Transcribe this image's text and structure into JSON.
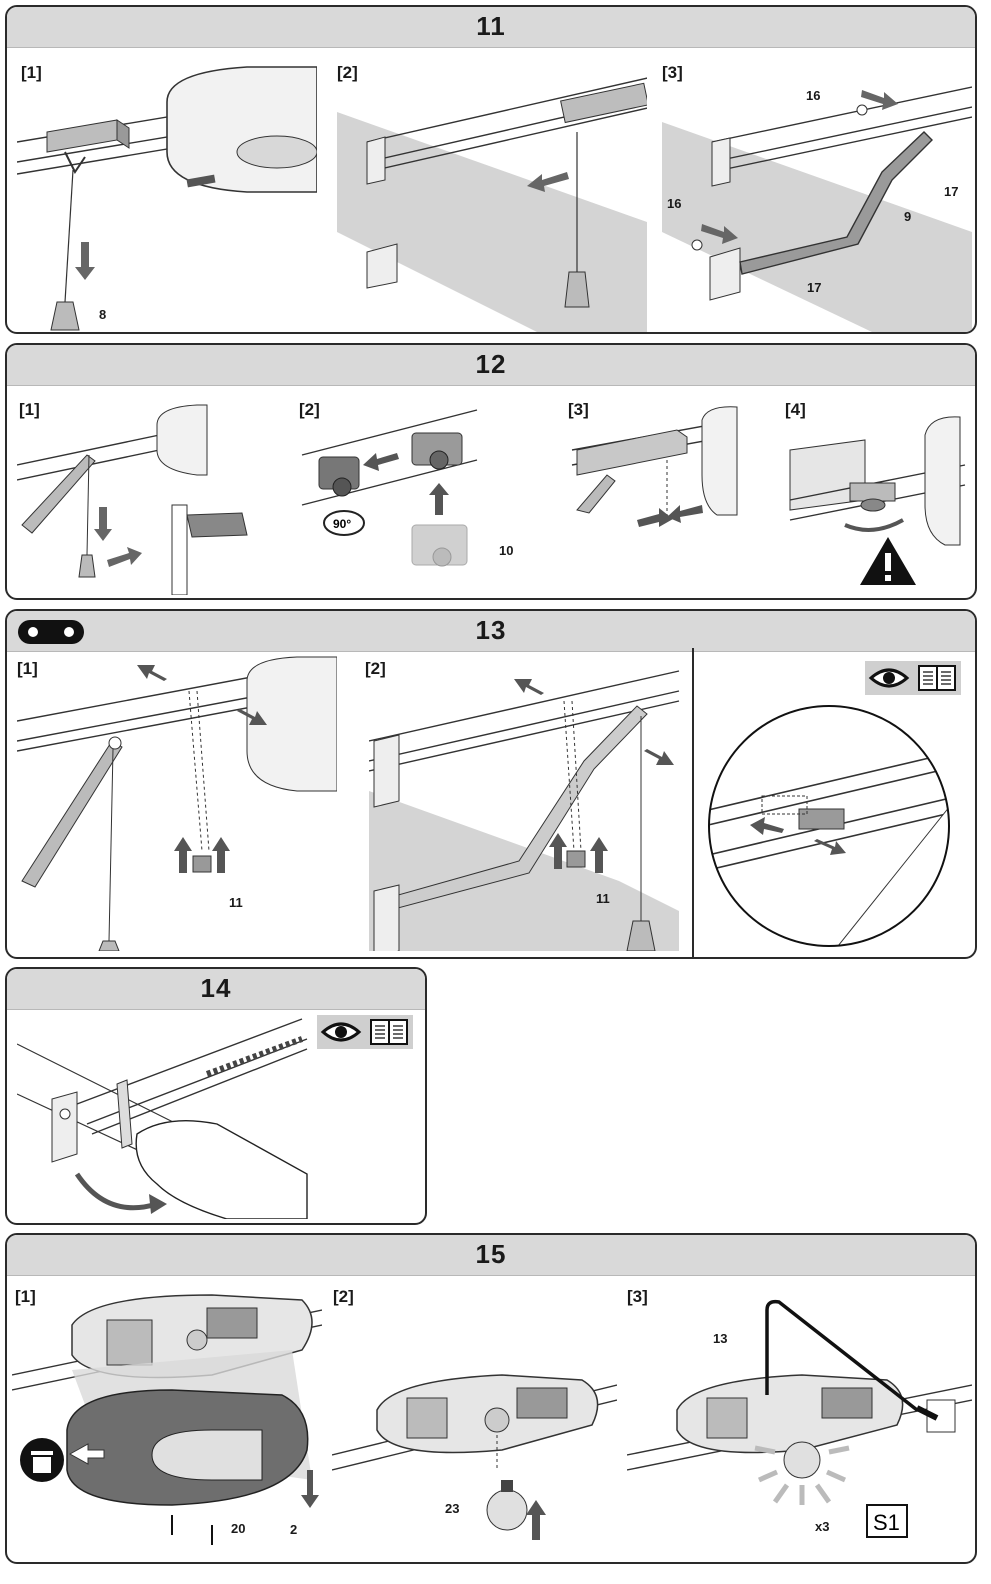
{
  "step11": {
    "title": "11",
    "subs": [
      "[1]",
      "[2]",
      "[3]"
    ],
    "callouts": {
      "handle": "8",
      "pin_top": "16",
      "pin_left": "16",
      "arm": "9",
      "screw_top": "17",
      "screw_bottom": "17"
    }
  },
  "step12": {
    "title": "12",
    "subs": [
      "[1]",
      "[2]",
      "[3]",
      "[4]"
    ],
    "rotate_label": "90°",
    "callouts": {
      "shoe": "10"
    }
  },
  "step13": {
    "title": "13",
    "subs": [
      "[1]",
      "[2]"
    ],
    "callouts": {
      "block_left": "11",
      "block_right": "11"
    }
  },
  "step14": {
    "title": "14"
  },
  "step15": {
    "title": "15",
    "subs": [
      "[1]",
      "[2]",
      "[3]"
    ],
    "callouts": {
      "screws": "20",
      "cover": "2",
      "bulb": "23",
      "cable": "13",
      "flash_count": "x3"
    },
    "display_value": "S1"
  }
}
